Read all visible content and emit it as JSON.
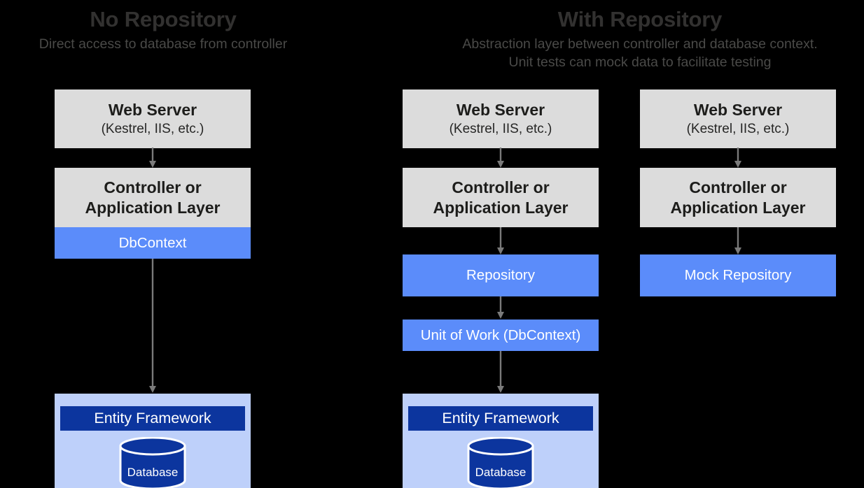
{
  "diagram": {
    "background": "#000000",
    "colors": {
      "grey_box": "#dcdcdc",
      "blue_box": "#5b8cfa",
      "lavender_box": "#bed0fa",
      "navy_bar": "#0c359e",
      "arrow": "#7a7a7a",
      "heading": "#323130",
      "subheading": "#4a4a48"
    },
    "panels": [
      {
        "id": "no-repository",
        "title": "No Repository",
        "subtitle_lines": [
          "Direct access to database from controller"
        ]
      },
      {
        "id": "with-repository",
        "title": "With Repository",
        "subtitle_lines": [
          "Abstraction layer between controller and database context.",
          "Unit tests can mock data to facilitate testing"
        ]
      }
    ],
    "columns": {
      "left": {
        "web_server": {
          "title": "Web Server",
          "subtitle": "(Kestrel, IIS, etc.)"
        },
        "controller": {
          "title_line1": "Controller or",
          "title_line2": "Application Layer"
        },
        "dbcontext": {
          "label": "DbContext"
        },
        "data_layer": {
          "entity_framework": "Entity Framework",
          "database": "Database"
        }
      },
      "middle": {
        "web_server": {
          "title": "Web Server",
          "subtitle": "(Kestrel, IIS, etc.)"
        },
        "controller": {
          "title_line1": "Controller or",
          "title_line2": "Application Layer"
        },
        "repository": {
          "label": "Repository"
        },
        "unit_of_work": {
          "label": "Unit of Work (DbContext)"
        },
        "data_layer": {
          "entity_framework": "Entity Framework",
          "database": "Database"
        }
      },
      "right": {
        "web_server": {
          "title": "Web Server",
          "subtitle": "(Kestrel, IIS, etc.)"
        },
        "controller": {
          "title_line1": "Controller or",
          "title_line2": "Application Layer"
        },
        "mock_repository": {
          "label": "Mock Repository"
        }
      }
    },
    "arrows": [
      {
        "name": "left-webserver-to-controller"
      },
      {
        "name": "left-dbcontext-to-entityframework"
      },
      {
        "name": "middle-webserver-to-controller"
      },
      {
        "name": "middle-controller-to-repository"
      },
      {
        "name": "middle-repository-to-unitofwork"
      },
      {
        "name": "middle-unitofwork-to-entityframework"
      },
      {
        "name": "right-webserver-to-controller"
      },
      {
        "name": "right-controller-to-mockrepository"
      }
    ]
  }
}
